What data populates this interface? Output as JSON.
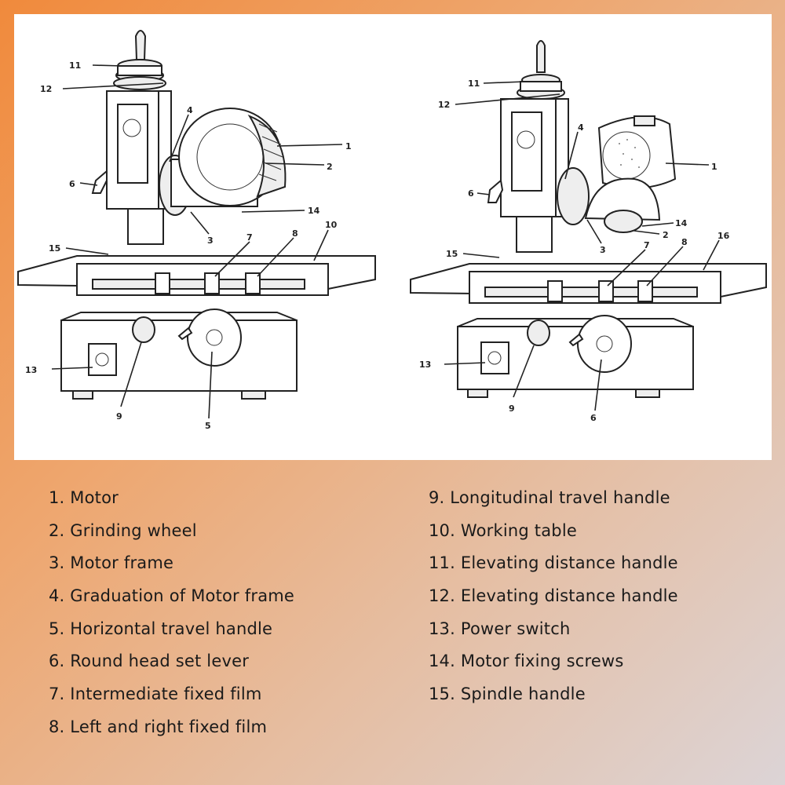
{
  "callouts": {
    "left": [
      "11",
      "12",
      "4",
      "1",
      "2",
      "6",
      "14",
      "3",
      "15",
      "7",
      "8",
      "10",
      "13",
      "9",
      "5"
    ],
    "right": [
      "11",
      "12",
      "4",
      "1",
      "6",
      "14",
      "2",
      "15",
      "3",
      "7",
      "8",
      "16",
      "13",
      "9",
      "6"
    ]
  },
  "legend": {
    "left": [
      "1. Motor",
      "2. Grinding wheel",
      "3. Motor frame",
      "4. Graduation of Motor frame",
      "5. Horizontal travel handle",
      "6. Round head set lever",
      "7. Intermediate fixed film",
      "8. Left and right fixed film"
    ],
    "right": [
      "9. Longitudinal travel handle",
      "10. Working table",
      "11. Elevating distance handle",
      "12. Elevating distance handle",
      "13. Power switch",
      "14. Motor fixing screws",
      "15. Spindle handle"
    ]
  }
}
